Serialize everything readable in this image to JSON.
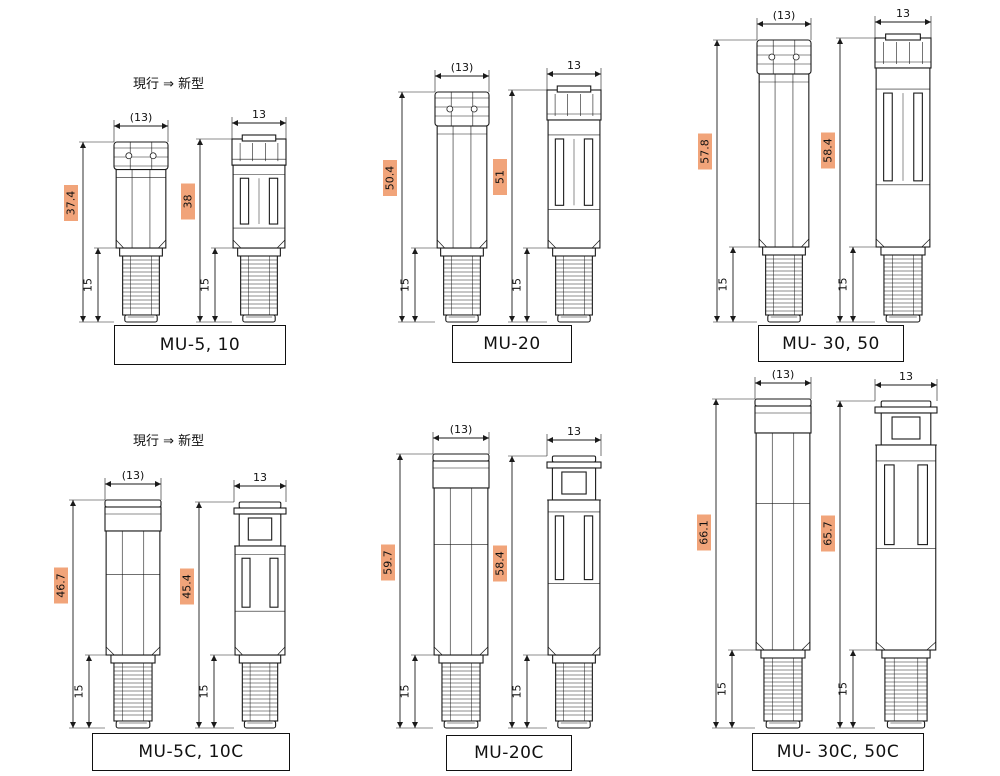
{
  "headings": {
    "top": "現行 ⇒ 新型",
    "bottom": "現行 ⇒ 新型"
  },
  "groups": [
    {
      "label": "MU-5, 10",
      "current": {
        "width": "(13)",
        "height": "37.4",
        "thread": "15"
      },
      "new": {
        "width": "13",
        "height": "38",
        "thread": "15"
      }
    },
    {
      "label": "MU-20",
      "current": {
        "width": "(13)",
        "height": "50.4",
        "thread": "15"
      },
      "new": {
        "width": "13",
        "height": "51",
        "thread": "15"
      }
    },
    {
      "label": "MU- 30, 50",
      "current": {
        "width": "(13)",
        "height": "57.8",
        "thread": "15"
      },
      "new": {
        "width": "13",
        "height": "58.4",
        "thread": "15"
      }
    },
    {
      "label": "MU-5C, 10C",
      "current": {
        "width": "(13)",
        "height": "46.7",
        "thread": "15"
      },
      "new": {
        "width": "13",
        "height": "45.4",
        "thread": "15"
      }
    },
    {
      "label": "MU-20C",
      "current": {
        "width": "(13)",
        "height": "59.7",
        "thread": "15"
      },
      "new": {
        "width": "13",
        "height": "58.4",
        "thread": "15"
      }
    },
    {
      "label": "MU- 30C, 50C",
      "current": {
        "width": "(13)",
        "height": "66.1",
        "thread": "15"
      },
      "new": {
        "width": "13",
        "height": "65.7",
        "thread": "15"
      }
    }
  ],
  "colors": {
    "highlight": "#f1a47a",
    "line": "#1a1a1a"
  }
}
